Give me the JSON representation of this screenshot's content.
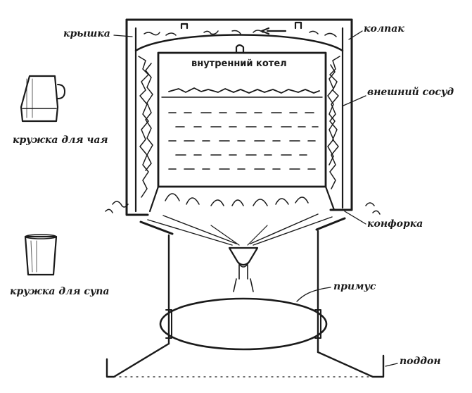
{
  "labels": {
    "lid": "крышка",
    "cap": "колпак",
    "inner_boiler": "внутренний котел",
    "outer_vessel": "внешний сосуд",
    "tea_mug": "кружка для чая",
    "soup_mug": "кружка для супа",
    "burner_ring": "конфорка",
    "primus": "примус",
    "tray": "поддон"
  },
  "colors": {
    "ink": "#1a1a1a",
    "paper": "#ffffff"
  }
}
